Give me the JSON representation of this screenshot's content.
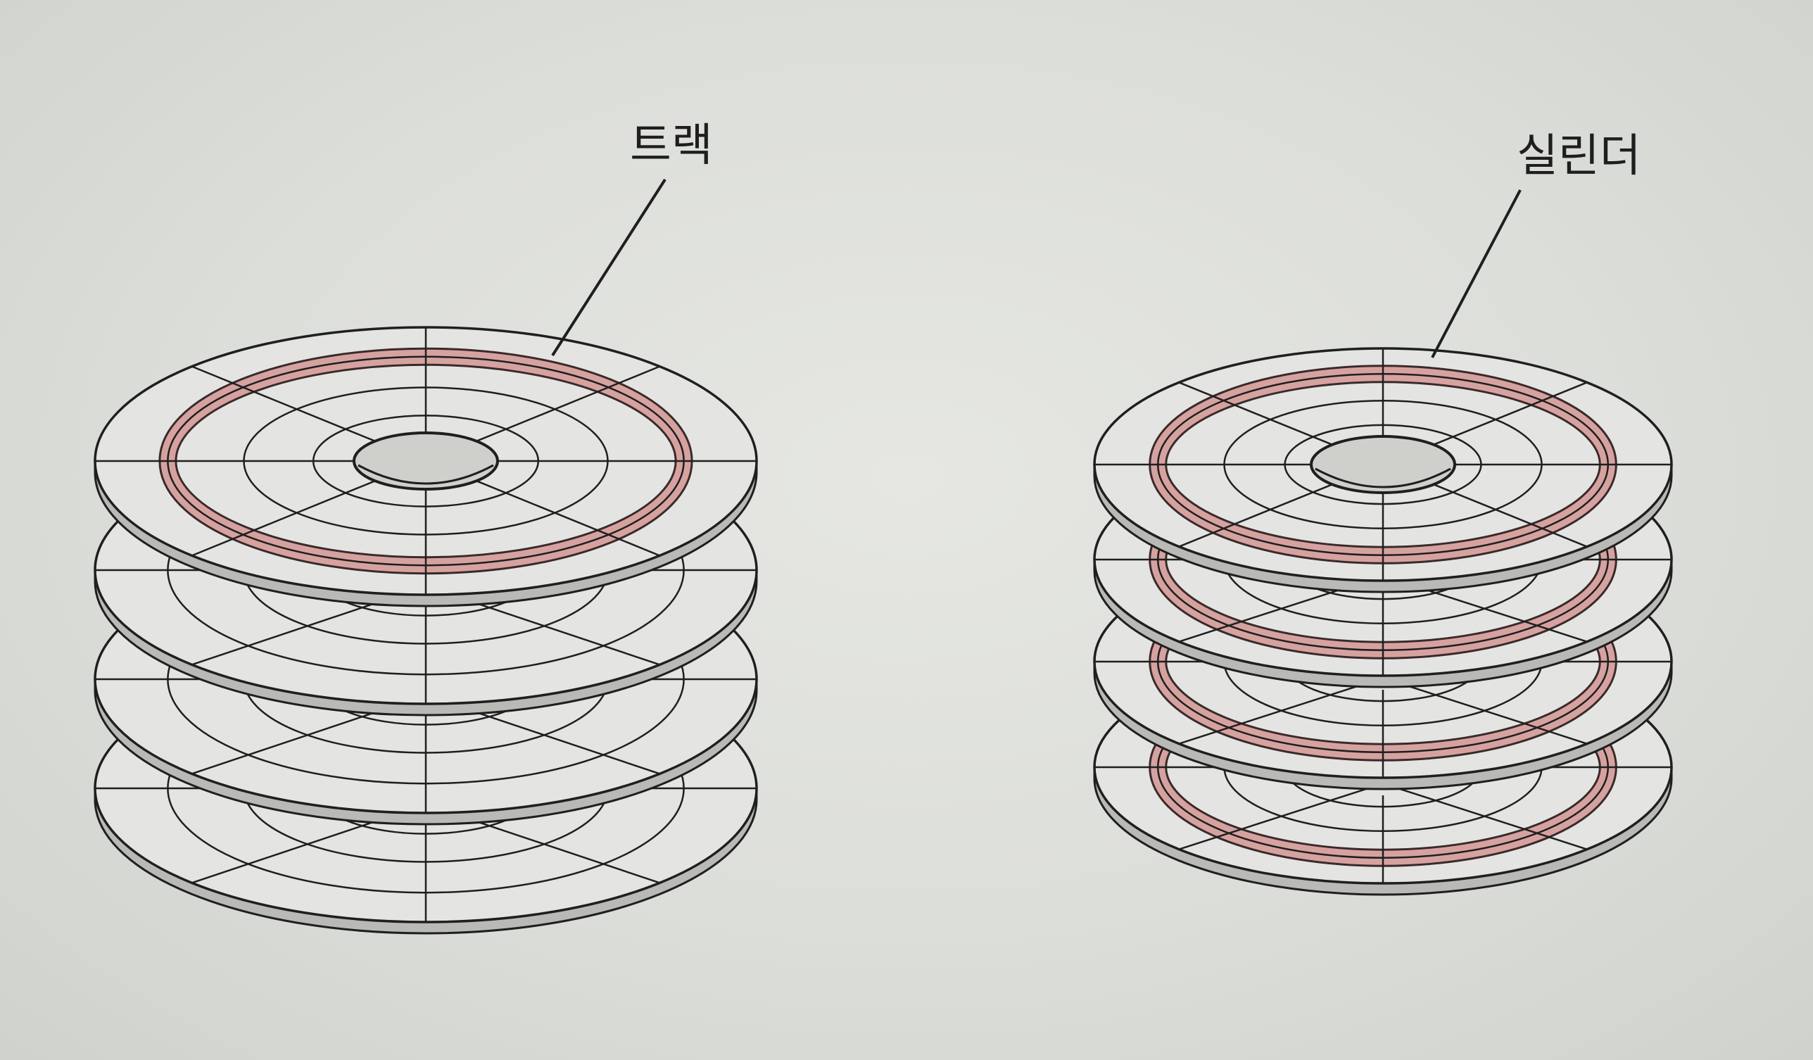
{
  "labels": {
    "track": "트랙",
    "cylinder": "실린더"
  },
  "stacks": [
    {
      "name": "track-stack",
      "platter_count": 4,
      "highlighted_platters": [
        0
      ],
      "spokes": 8,
      "rings_fraction": [
        0.34,
        0.55,
        0.78
      ],
      "highlight_ring_fraction": 0.78
    },
    {
      "name": "cylinder-stack",
      "platter_count": 4,
      "highlighted_platters": [
        0,
        1,
        2,
        3
      ],
      "spokes": 8,
      "rings_fraction": [
        0.34,
        0.55,
        0.78
      ],
      "highlight_ring_fraction": 0.78
    }
  ],
  "colors": {
    "background": "#dcdeda",
    "platter_fill": "#e4e5e2",
    "platter_edge": "#6b6b6b",
    "line": "#1f1f1f",
    "highlight": "#d6a2a0",
    "highlight_outline": "#3a2a2a"
  }
}
